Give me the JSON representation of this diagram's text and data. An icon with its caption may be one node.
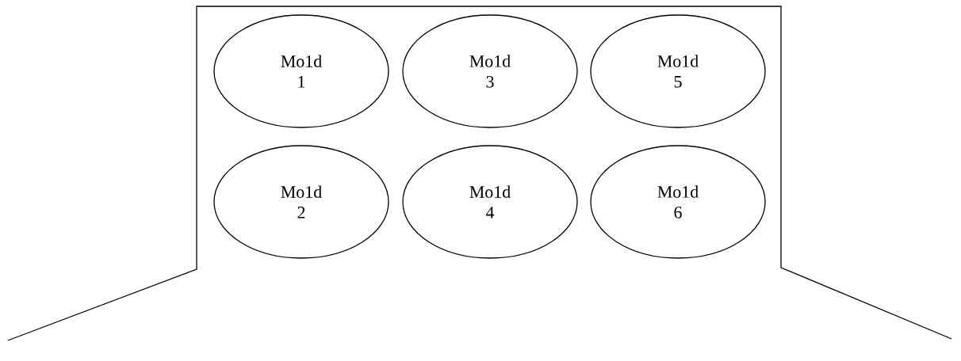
{
  "diagram": {
    "nodes": [
      {
        "text": [
          "Mo1d 1"
        ]
      },
      {
        "text": [
          "Mo1d 3"
        ]
      },
      {
        "text": [
          "Mo1d 5"
        ]
      },
      {
        "text": [
          "Mo1d 2"
        ]
      },
      {
        "text": [
          "Mo1d 4"
        ]
      },
      {
        "text": [
          "Mo1d 6"
        ]
      }
    ]
  }
}
